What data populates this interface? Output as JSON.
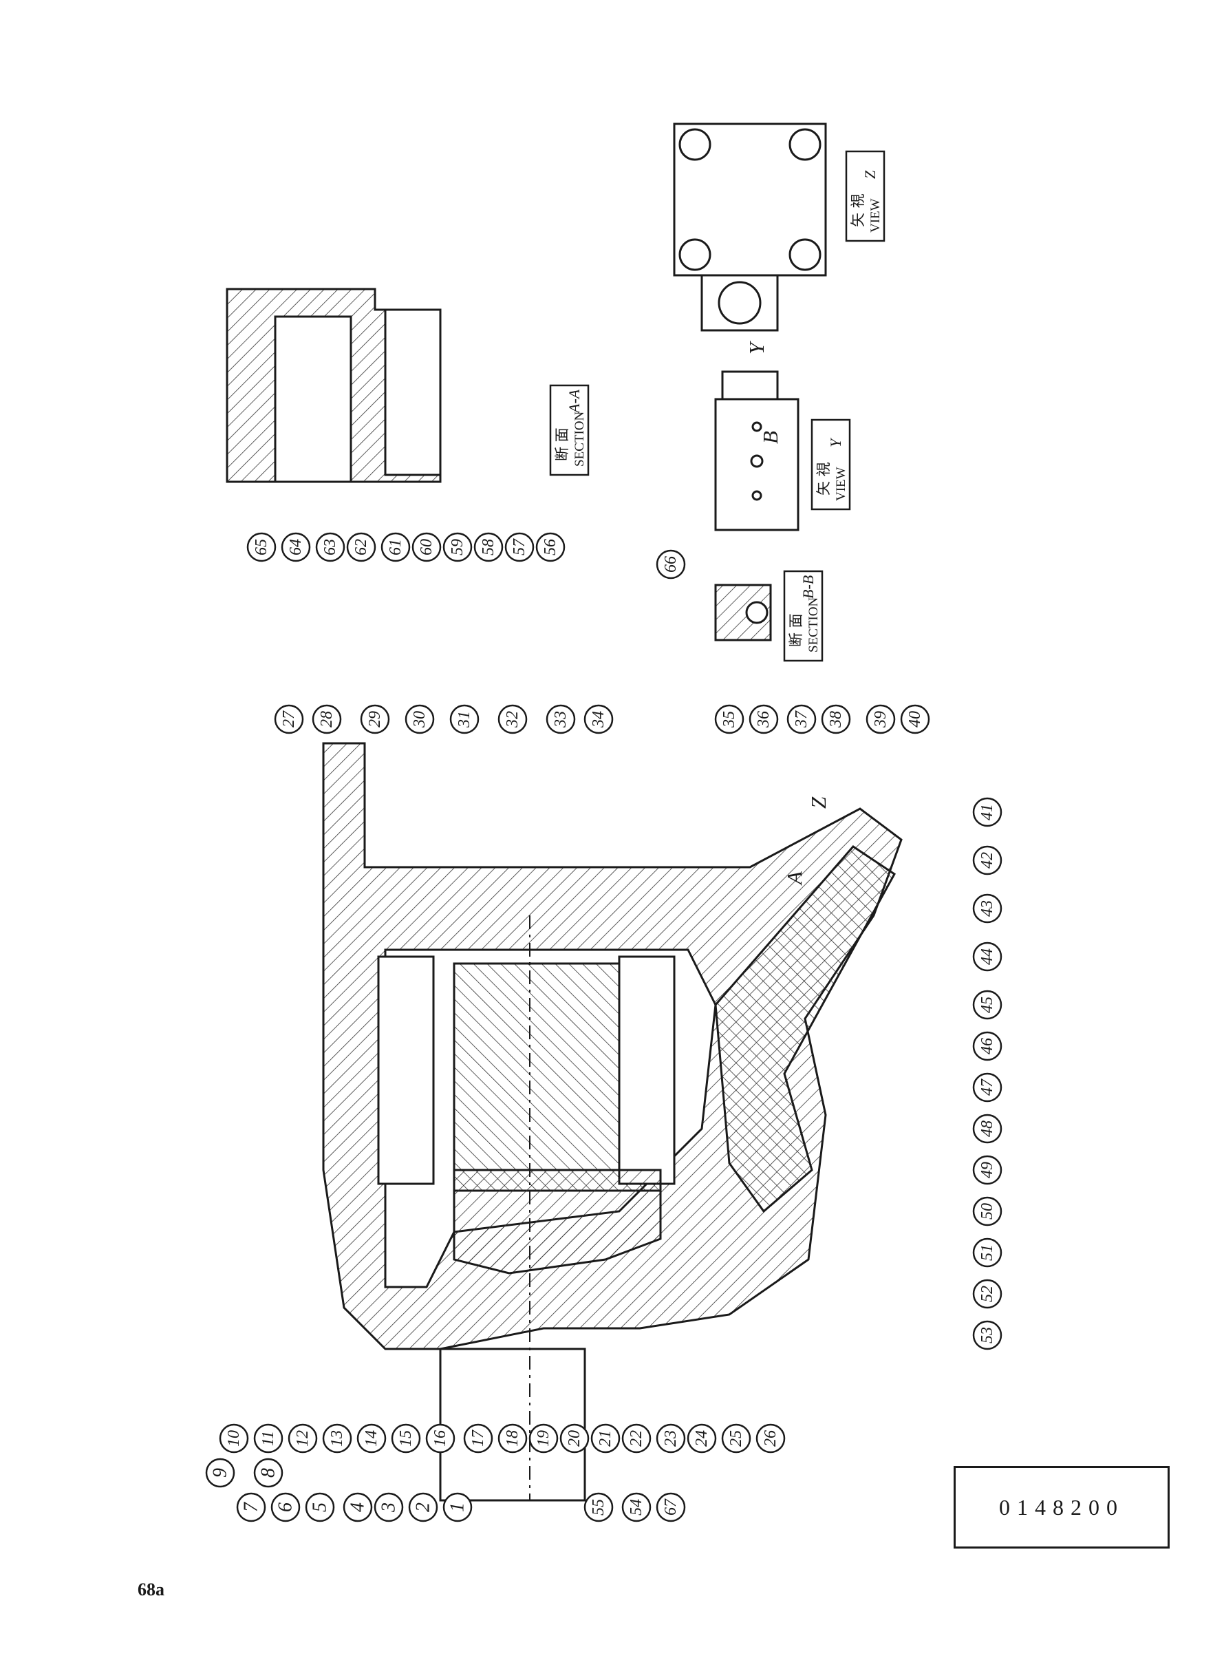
{
  "drawing_number": "0148200",
  "page_label": "68a",
  "part_labels": [
    "1",
    "2",
    "3",
    "4",
    "5",
    "6",
    "7",
    "8",
    "9",
    "10",
    "11",
    "12",
    "13",
    "14",
    "15",
    "16",
    "17",
    "18",
    "19",
    "20",
    "21",
    "22",
    "23",
    "24",
    "25",
    "26",
    "27",
    "28",
    "29",
    "30",
    "31",
    "32",
    "33",
    "34",
    "35",
    "36",
    "37",
    "38",
    "39",
    "40",
    "41",
    "42",
    "43",
    "44",
    "45",
    "46",
    "47",
    "48",
    "49",
    "50",
    "51",
    "52",
    "53",
    "54",
    "55",
    "56",
    "57",
    "58",
    "59",
    "60",
    "61",
    "62",
    "63",
    "64",
    "65",
    "66",
    "67"
  ],
  "views": {
    "section_aa": {
      "cjk": "断 面",
      "en": "SECTION",
      "id": "A-A"
    },
    "section_bb": {
      "cjk": "断 面",
      "en": "SECTION",
      "id": "B-B"
    },
    "view_y": {
      "cjk": "矢 視",
      "en": "VIEW",
      "id": "Y"
    },
    "view_z": {
      "cjk": "矢 視",
      "en": "VIEW",
      "id": "Z"
    }
  },
  "cut_markers": {
    "a": "A",
    "b": "B",
    "y": "Y",
    "z": "Z"
  }
}
